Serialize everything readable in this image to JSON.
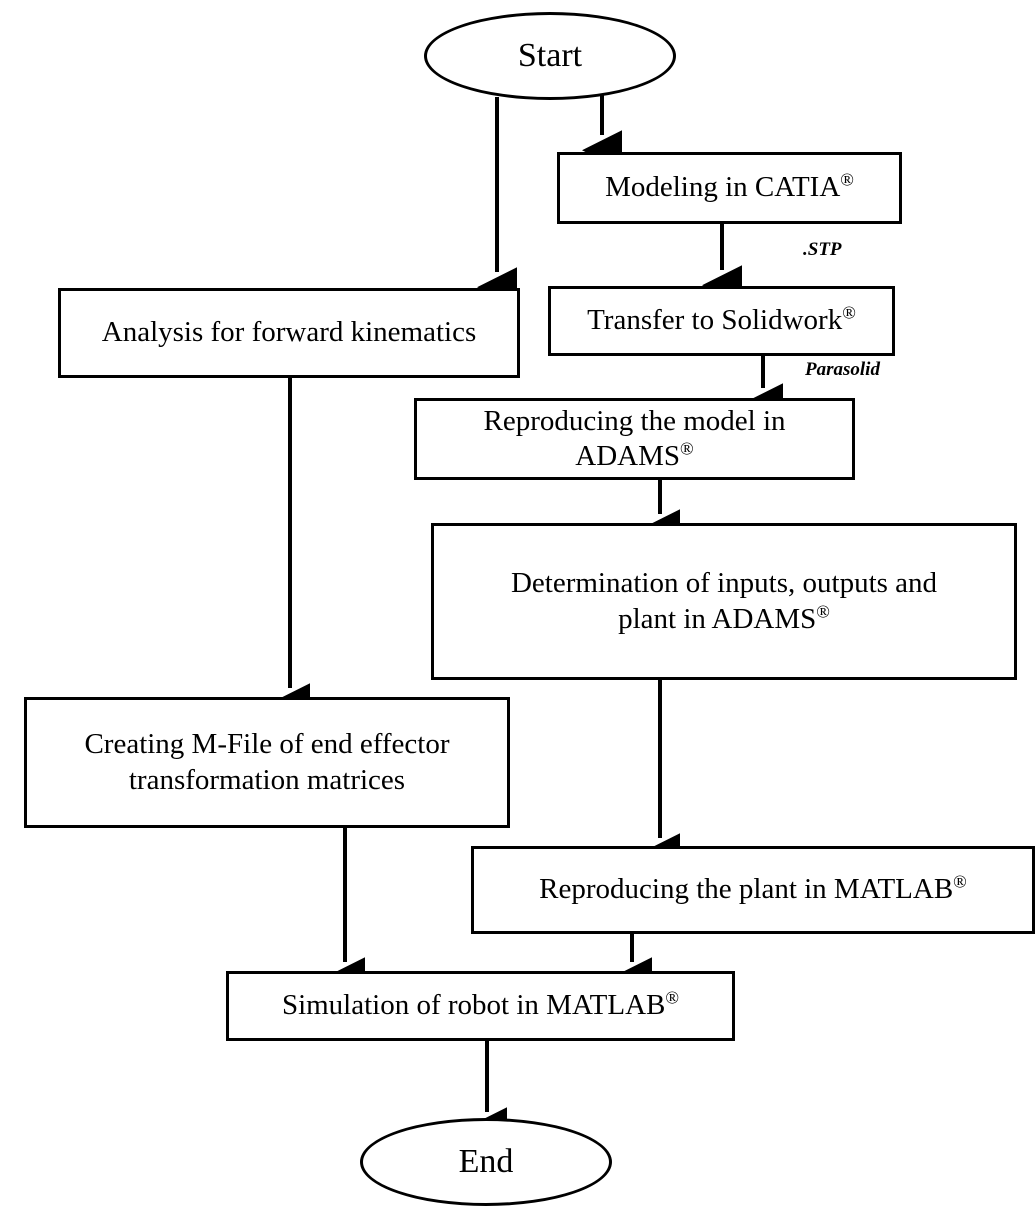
{
  "diagram": {
    "title": "Robot modeling and simulation workflow flowchart",
    "background_color": "#ffffff",
    "stroke_color": "#000000",
    "nodes": [
      {
        "id": "start",
        "name": "start-terminator",
        "shape": "ellipse",
        "label": "Start",
        "font_size": 34
      },
      {
        "id": "modeling-catia",
        "name": "modeling-in-catia-box",
        "shape": "rectangle",
        "label": "Modeling in CATIA®",
        "font_size": 29
      },
      {
        "id": "analysis-forward-kinematics",
        "name": "analysis-for-forward-kinematics-box",
        "shape": "rectangle",
        "label": "Analysis for forward kinematics",
        "font_size": 29
      },
      {
        "id": "transfer-solidwork",
        "name": "transfer-to-solidwork-box",
        "shape": "rectangle",
        "label": "Transfer to Solidwork®",
        "font_size": 29
      },
      {
        "id": "reproducing-model-adams",
        "name": "reproducing-the-model-in-adams-box",
        "shape": "rectangle",
        "label": "Reproducing the model in ADAMS®",
        "font_size": 29
      },
      {
        "id": "determination-adams",
        "name": "determination-of-inputs-outputs-and-plant-in-adams-box",
        "shape": "rectangle",
        "label": "Determination of inputs, outputs and\nplant in ADAMS®",
        "font_size": 29
      },
      {
        "id": "creating-mfile",
        "name": "creating-m-file-of-end-effector-transformation-matrices-box",
        "shape": "rectangle",
        "label": "Creating M-File of end effector\ntransformation matrices",
        "font_size": 29
      },
      {
        "id": "reproducing-plant-matlab",
        "name": "reproducing-the-plant-in-matlab-box",
        "shape": "rectangle",
        "label": "Reproducing the plant in MATLAB®",
        "font_size": 29
      },
      {
        "id": "simulation-robot-matlab",
        "name": "simulation-of-robot-in-matlab-box",
        "shape": "rectangle",
        "label": "Simulation of robot in MATLAB®",
        "font_size": 29
      },
      {
        "id": "end",
        "name": "end-terminator",
        "shape": "ellipse",
        "label": "End",
        "font_size": 34
      }
    ],
    "edge_labels": [
      {
        "id": "stp",
        "name": "edge-label-stp",
        "text": ".STP",
        "font_size": 19
      },
      {
        "id": "parasolid",
        "name": "edge-label-parasolid",
        "text": "Parasolid",
        "font_size": 19
      }
    ],
    "edges": [
      {
        "from": "start",
        "to": "analysis-forward-kinematics",
        "label": ""
      },
      {
        "from": "start",
        "to": "modeling-catia",
        "label": ""
      },
      {
        "from": "modeling-catia",
        "to": "transfer-solidwork",
        "label": ".STP"
      },
      {
        "from": "transfer-solidwork",
        "to": "reproducing-model-adams",
        "label": "Parasolid"
      },
      {
        "from": "reproducing-model-adams",
        "to": "determination-adams",
        "label": ""
      },
      {
        "from": "analysis-forward-kinematics",
        "to": "creating-mfile",
        "label": ""
      },
      {
        "from": "determination-adams",
        "to": "reproducing-plant-matlab",
        "label": ""
      },
      {
        "from": "creating-mfile",
        "to": "simulation-robot-matlab",
        "label": ""
      },
      {
        "from": "reproducing-plant-matlab",
        "to": "simulation-robot-matlab",
        "label": ""
      },
      {
        "from": "simulation-robot-matlab",
        "to": "end",
        "label": ""
      }
    ]
  }
}
